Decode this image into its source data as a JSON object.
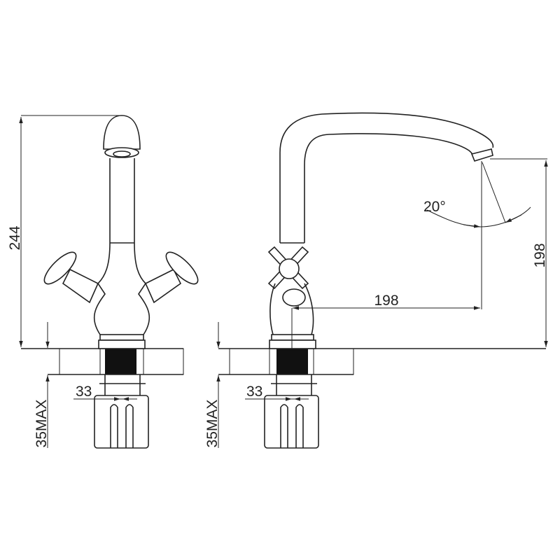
{
  "front_view": {
    "height_label": "244",
    "thread_label": "33",
    "counter_max_label": "35MAX"
  },
  "side_view": {
    "reach_label": "198",
    "spout_height_label": "198",
    "angle_label": "20°",
    "thread_label": "33",
    "counter_max_label": "35MAX"
  },
  "colors": {
    "line": "#222222",
    "background": "#ffffff"
  }
}
